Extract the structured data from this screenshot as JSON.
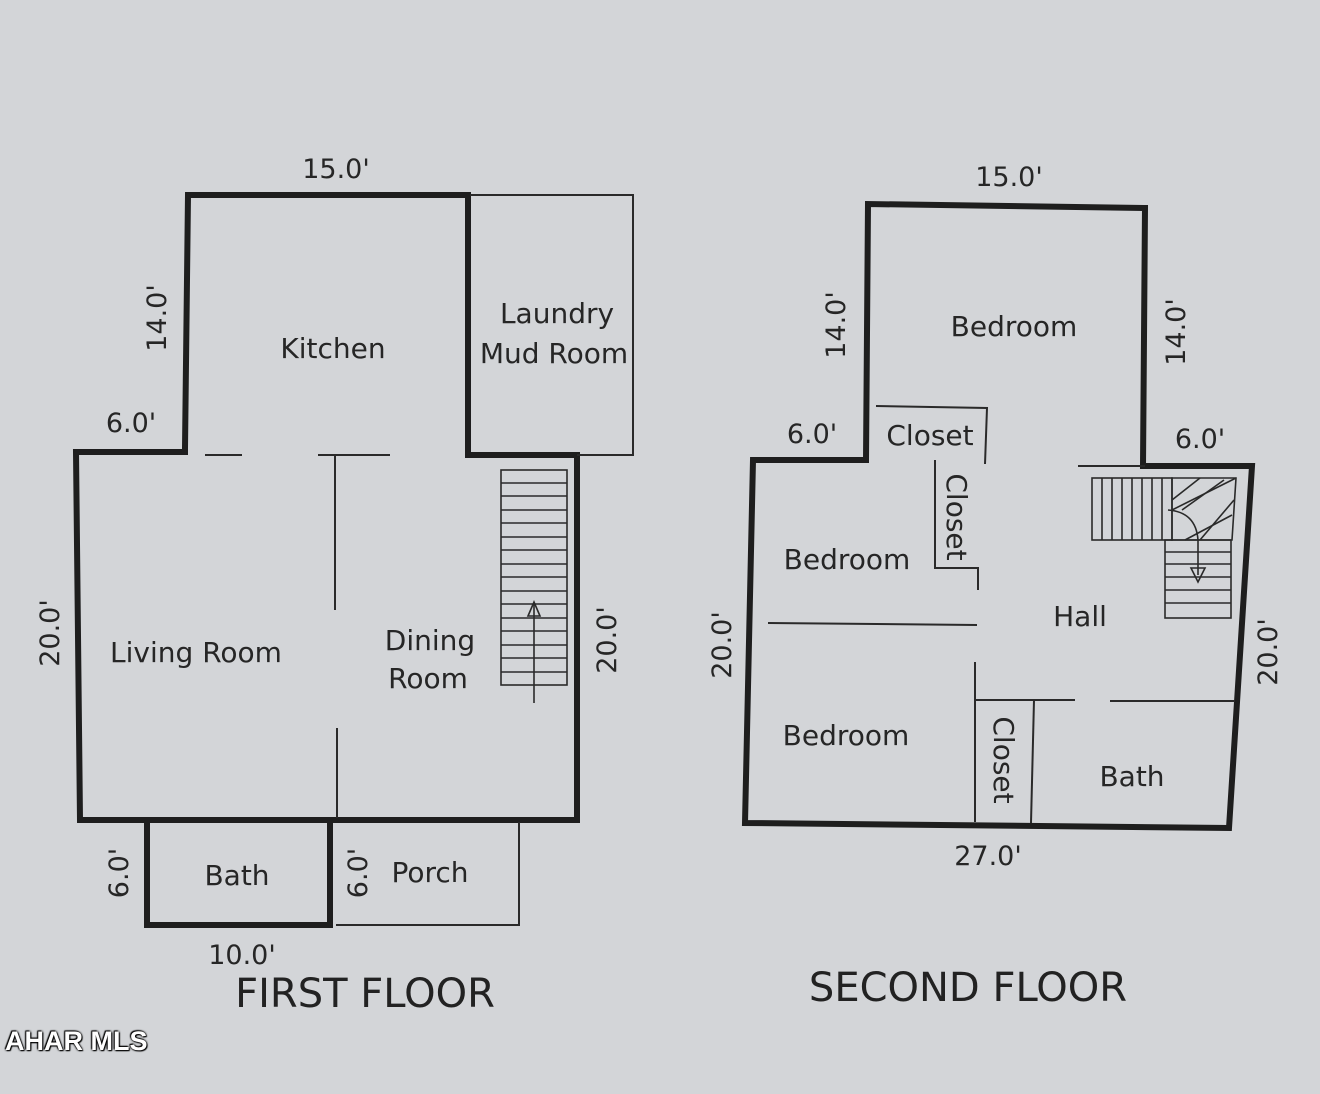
{
  "first_floor": {
    "title": "FIRST FLOOR",
    "rooms": {
      "kitchen": "Kitchen",
      "laundry_line1": "Laundry",
      "laundry_line2": "Mud Room",
      "living_room": "Living Room",
      "dining_line1": "Dining",
      "dining_line2": "Room",
      "bath": "Bath",
      "porch": "Porch"
    },
    "dimensions": {
      "top_width": "15.0'",
      "kitchen_depth": "14.0'",
      "left_step": "6.0'",
      "left_height": "20.0'",
      "right_height": "20.0'",
      "bath_depth": "6.0'",
      "porch_depth": "6.0'",
      "bath_width": "10.0'"
    }
  },
  "second_floor": {
    "title": "SECOND FLOOR",
    "rooms": {
      "bedroom_top": "Bedroom",
      "closet_top": "Closet",
      "closet_vertical": "Closet",
      "bedroom_left": "Bedroom",
      "hall": "Hall",
      "bedroom_bottom": "Bedroom",
      "closet_bottom": "Closet",
      "bath": "Bath"
    },
    "dimensions": {
      "top_width": "15.0'",
      "left_upper": "14.0'",
      "right_upper": "14.0'",
      "left_step": "6.0'",
      "right_step": "6.0'",
      "left_height": "20.0'",
      "right_height": "20.0'",
      "bottom_width": "27.0'"
    }
  },
  "watermark": "AHAR MLS"
}
